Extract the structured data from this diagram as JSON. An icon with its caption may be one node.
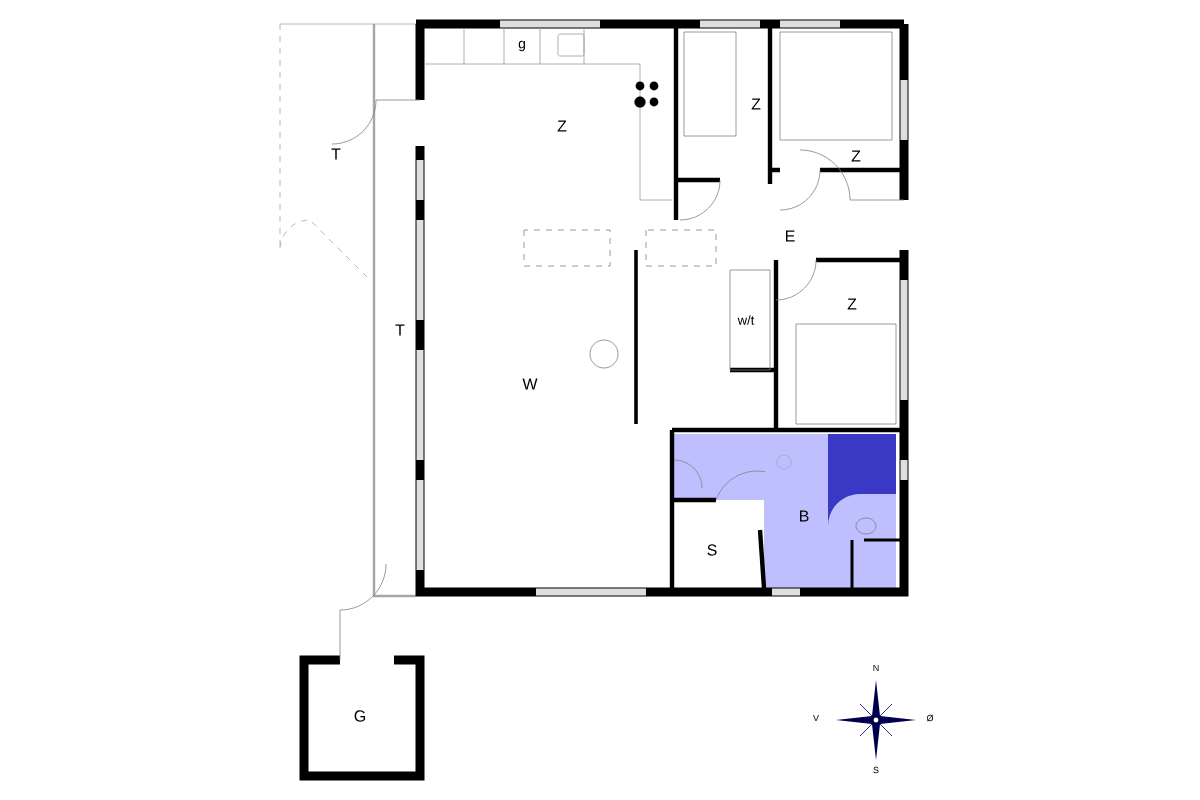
{
  "diagram": {
    "labels": [
      "g",
      "Z",
      "Z",
      "Z",
      "T",
      "E",
      "w/t",
      "Z",
      "T",
      "W",
      "B",
      "S",
      "G",
      "N",
      "V",
      "Ø",
      "S"
    ]
  }
}
